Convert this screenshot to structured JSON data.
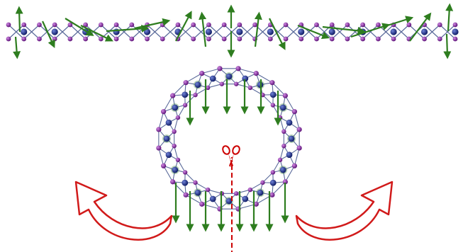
{
  "diagram": {
    "flat_strip": {
      "atoms_per_row": 30,
      "has_displacement_arrows": true
    },
    "nanotube": {
      "units_around_ring": 24,
      "has_displacement_arrows": true
    },
    "cut_indicator": {
      "icon": "scissors-icon",
      "line_style": "dashed"
    },
    "unroll_arrows": {
      "count": 2,
      "style": "outline"
    },
    "colors": {
      "metal_atom": "#1f2f8f",
      "chalcogen_atom": "#8a2aa6",
      "bond": "#5a6a9a",
      "displacement_arrow": "#2e7d1f",
      "cut_line": "#cc0000",
      "unroll_arrow": "#d11a1a",
      "background": "#ffffff"
    }
  }
}
